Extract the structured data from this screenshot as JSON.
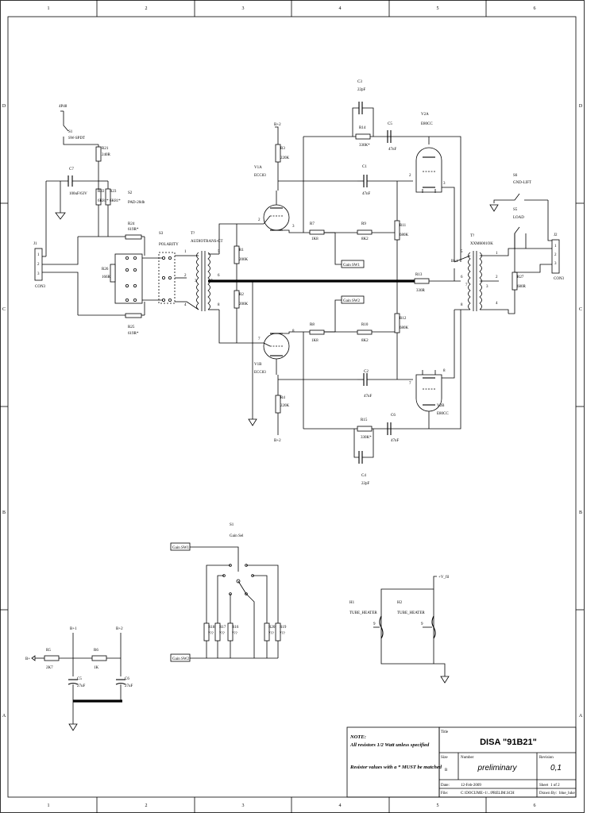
{
  "sheet": {
    "zones_x": [
      "1",
      "2",
      "3",
      "4",
      "5",
      "6"
    ],
    "zones_y": [
      "D",
      "C",
      "B",
      "A"
    ]
  },
  "nodes": {
    "p48": "4P48",
    "bplus2_top": "B+2",
    "bplus2_bot": "B+2",
    "bplus1": "B+1",
    "bplus1_ps": "B+1",
    "bplus2_ps": "B+2",
    "bplus_ps": "B+",
    "gain_sw1": "Gain SW1",
    "gain_sw2": "Gain SW2",
    "gain_sw1_s1": "Gain SW1",
    "gain_sw2_s1": "Gain SW2",
    "vfil": "+V_fil"
  },
  "components": {
    "S1": {
      "ref": "S1",
      "value": "SW-SPDT"
    },
    "R21": {
      "ref": "R21",
      "value": "240R"
    },
    "C7": {
      "ref": "C7",
      "value": "100uF/63V"
    },
    "R22": {
      "ref": "R22",
      "value": "6K81*"
    },
    "R23": {
      "ref": "R23",
      "value": "6K81*"
    },
    "S2": {
      "ref": "S2",
      "value": "PAD-20db"
    },
    "R24": {
      "ref": "R24",
      "value": "619R*"
    },
    "R25": {
      "ref": "R25",
      "value": "619R*"
    },
    "R26": {
      "ref": "R26",
      "value": "166R"
    },
    "S3": {
      "ref": "S3",
      "value": "POLARITY"
    },
    "J1": {
      "ref": "J1",
      "value": "CON3"
    },
    "T1": {
      "ref": "T?",
      "value": "AUDIOTRANS-CT"
    },
    "R1": {
      "ref": "R1",
      "value": "200K"
    },
    "R2": {
      "ref": "R2",
      "value": "200K"
    },
    "R3": {
      "ref": "R3",
      "value": "220K"
    },
    "R4": {
      "ref": "R4",
      "value": "220K"
    },
    "V1A": {
      "ref": "V1A",
      "value": "ECC83"
    },
    "V1B": {
      "ref": "V1B",
      "value": "ECC83"
    },
    "R7": {
      "ref": "R7",
      "value": "1K8"
    },
    "R8": {
      "ref": "R8",
      "value": "1K8"
    },
    "R9": {
      "ref": "R9",
      "value": "8K2"
    },
    "R10": {
      "ref": "R10",
      "value": "8K2"
    },
    "R11": {
      "ref": "R11",
      "value": "680K"
    },
    "R12": {
      "ref": "R12",
      "value": "680K"
    },
    "R13": {
      "ref": "R13",
      "value": "330R"
    },
    "R14": {
      "ref": "R14",
      "value": "330K*"
    },
    "R15": {
      "ref": "R15",
      "value": "330K*"
    },
    "C1": {
      "ref": "C1",
      "value": "47nF"
    },
    "C2": {
      "ref": "C2",
      "value": "47nF"
    },
    "C3": {
      "ref": "C3",
      "value": "22pF"
    },
    "C4": {
      "ref": "C4",
      "value": "22pF"
    },
    "C5": {
      "ref": "C5",
      "value": "47nF"
    },
    "C6": {
      "ref": "C6",
      "value": "47nF"
    },
    "V2A": {
      "ref": "V2A",
      "value": "E80CC"
    },
    "V2B": {
      "ref": "V2B",
      "value": "E80CC"
    },
    "T2": {
      "ref": "T?",
      "value": "XXM6001OK"
    },
    "S6": {
      "ref": "S6",
      "value": "GND-LIFT"
    },
    "S5": {
      "ref": "S5",
      "value": "LOAD"
    },
    "R27": {
      "ref": "R27",
      "value": "680R"
    },
    "J2": {
      "ref": "J2",
      "value": "CON3"
    },
    "S1B": {
      "ref": "S1",
      "value": "Gain Sel"
    },
    "R16": {
      "ref": "R16",
      "value": "???"
    },
    "R17": {
      "ref": "R17",
      "value": "???"
    },
    "R18": {
      "ref": "R18",
      "value": "???"
    },
    "R19": {
      "ref": "R19",
      "value": "???"
    },
    "R20": {
      "ref": "R20",
      "value": "???"
    },
    "H1": {
      "ref": "H1",
      "value": "TUBE_HEATER"
    },
    "H2": {
      "ref": "H2",
      "value": "TUBE_HEATER"
    },
    "R5": {
      "ref": "R5",
      "value": "2K7"
    },
    "R6": {
      "ref": "R6",
      "value": "1K"
    },
    "C5b": {
      "ref": "C5",
      "value": "27uF"
    },
    "C6b": {
      "ref": "C6",
      "value": "27uF"
    }
  },
  "pins": {
    "t1": [
      "1",
      "2",
      "3",
      "4",
      "5",
      "6",
      "7",
      "8"
    ],
    "t2": [
      "1",
      "2",
      "3",
      "4",
      "5",
      "6",
      "7",
      "8"
    ],
    "v1a": [
      "2",
      "3"
    ],
    "v1b": [
      "7",
      "8"
    ],
    "v2a": [
      "2",
      "3"
    ],
    "v2b": [
      "7",
      "8"
    ],
    "j1": [
      "1",
      "2",
      "3"
    ],
    "j2": [
      "1",
      "2",
      "3"
    ],
    "h": [
      "9",
      "9"
    ]
  },
  "notes": {
    "heading": "NOTE:",
    "line1": "All resistors 1/2 Watt unless specified",
    "line2": "Resistor values with a * MUST be matched"
  },
  "title_block": {
    "title_label": "Title",
    "title": "DISA \"91B21\"",
    "size_label": "Size",
    "size": "B",
    "number_label": "Number",
    "number": "preliminary",
    "revision_label": "Revision",
    "revision": "0,1",
    "date_label": "Date:",
    "date": "12-Feb-2009",
    "sheet_label": "Sheet",
    "sheet_value": "1 of 2",
    "file_label": "File:",
    "file": "C:\\DOCUME~1\\..\\PRELIM.SCH",
    "drawn_label": "Drawn By:",
    "drawn": "blue_luke"
  }
}
